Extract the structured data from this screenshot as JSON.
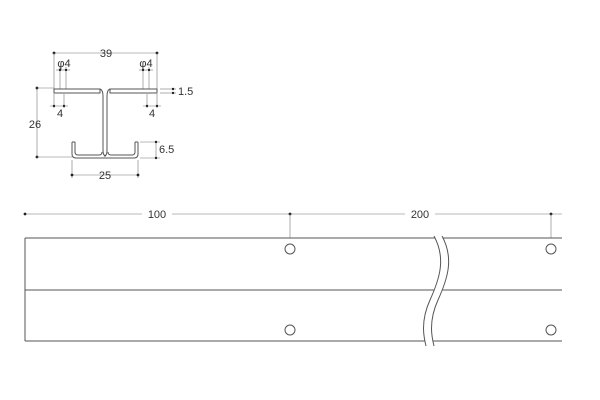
{
  "colors": {
    "line": "#555555",
    "text": "#333333",
    "background": "#ffffff"
  },
  "section": {
    "overall_width": "39",
    "hole_left": "φ4",
    "hole_right": "φ4",
    "thickness": "1.5",
    "height": "26",
    "edge_left": "4",
    "edge_right": "4",
    "lip_height": "6.5",
    "bottom_width": "25"
  },
  "plan": {
    "pitch_first": "100",
    "pitch_second": "200"
  }
}
